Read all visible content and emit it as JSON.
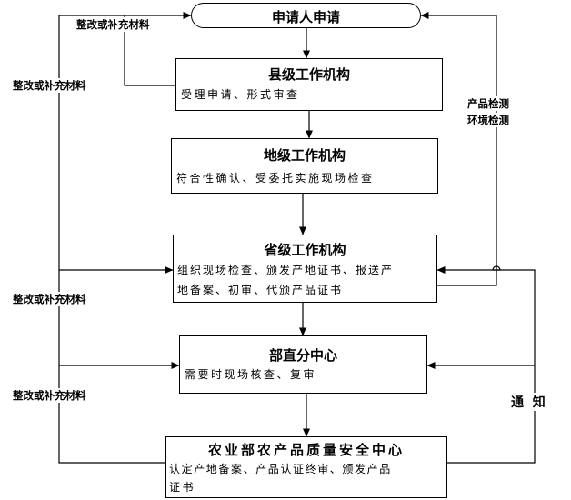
{
  "nodes": {
    "applicant": {
      "title": "申请人申请"
    },
    "county": {
      "title": "县级工作机构",
      "desc": "受理申请、形式审查"
    },
    "prefecture": {
      "title": "地级工作机构",
      "desc": "符合性确认、受委托实施现场检查"
    },
    "province": {
      "title": "省级工作机构",
      "desc_line1": "组织现场检查、颁发产地证书、报送产",
      "desc_line2": "地备案、初审、代颁产品证书"
    },
    "branch": {
      "title": "部直分中心",
      "desc": "需要时现场核查、复审"
    },
    "center": {
      "title": "农业部农产品质量安全中心",
      "desc_line1": "认定产地备案、产品认证终审、颁发产品",
      "desc_line2": "证书"
    }
  },
  "edge_labels": {
    "revise_top": "整改或补充材料",
    "revise_left1": "整改或补充材料",
    "revise_left2": "整改或补充材料",
    "revise_left3": "整改或补充材料",
    "product_test": "产品检测",
    "env_test": "环境检测",
    "notify": "通  知"
  }
}
